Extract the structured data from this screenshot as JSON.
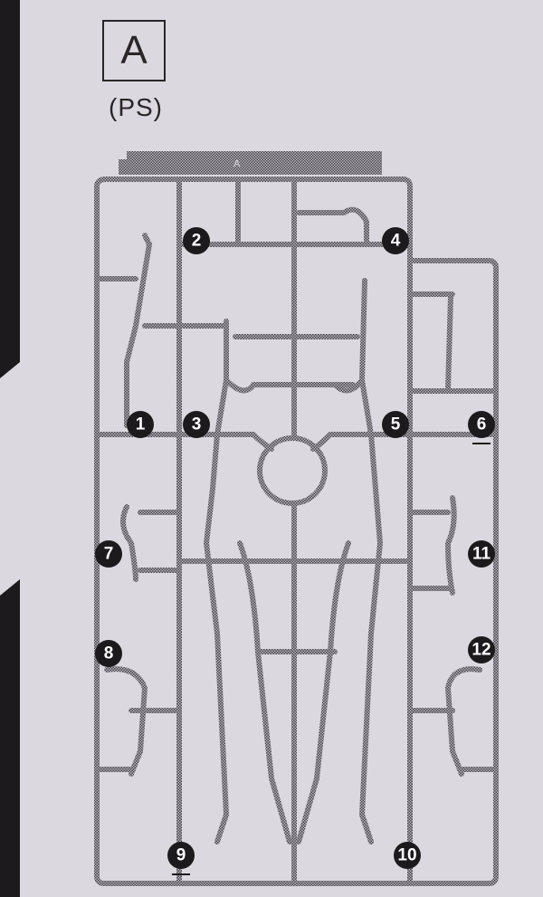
{
  "runner": {
    "letter": "A",
    "material": "(PS)",
    "tag": "A"
  },
  "parts": [
    "1",
    "2",
    "3",
    "4",
    "5",
    "6",
    "7",
    "8",
    "9",
    "10",
    "11",
    "12"
  ],
  "colors": {
    "background": "#dcd8df",
    "sprue": "#8b8790",
    "marker": "#1c1a1c"
  }
}
